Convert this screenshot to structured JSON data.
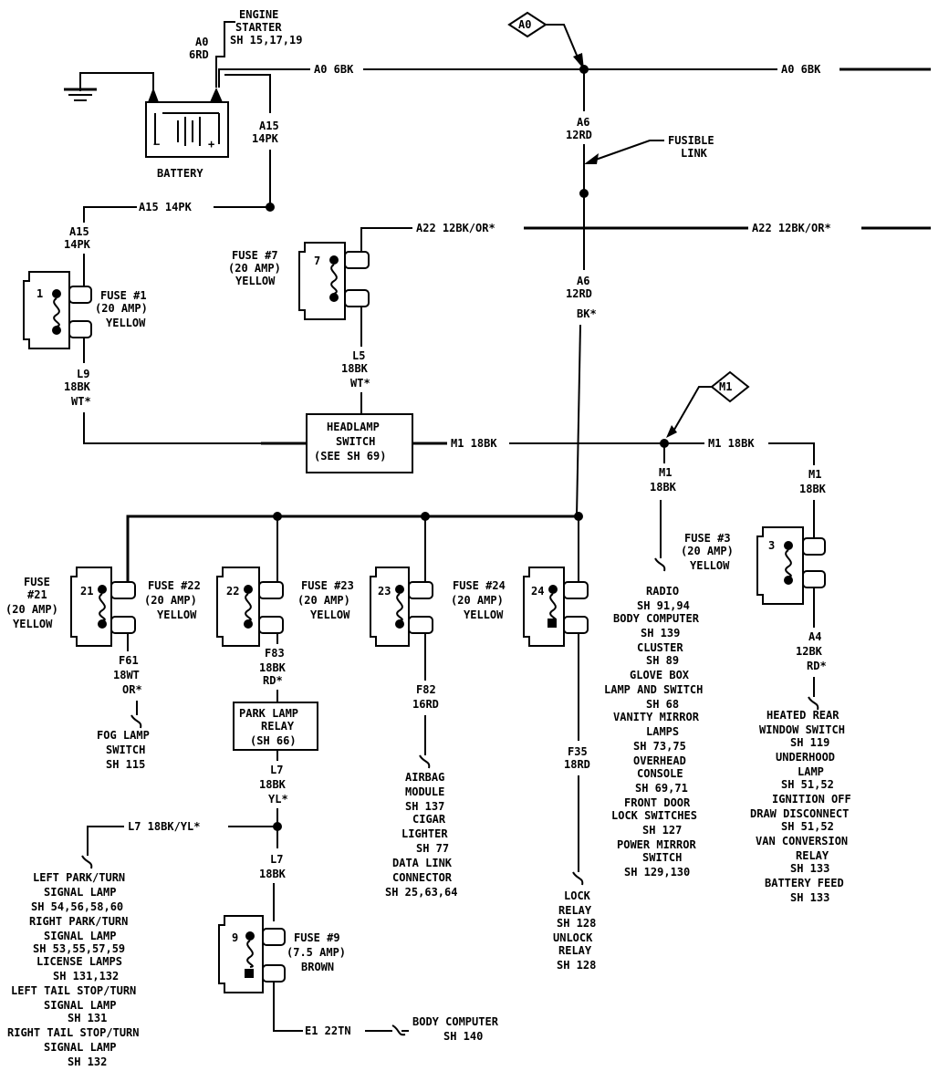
{
  "battery": {
    "label": "BATTERY",
    "neg": "−",
    "pos": "+"
  },
  "starter": {
    "l1": "ENGINE",
    "l2": "STARTER",
    "l3": "SH 15,17,19",
    "w1": "A0",
    "w2": "6RD"
  },
  "connector_a0": "A0",
  "connector_m1": "M1",
  "wires": {
    "a0_top_left": "A0 6BK",
    "a0_top_right": "A0 6BK",
    "a15_left": "A15",
    "a15_left2": "14PK",
    "a15_mid": "A15",
    "a15_mid2": "14PK",
    "a15_horz": "A15 14PK",
    "a6_1": "A6",
    "a6_2": "12RD",
    "a6b_1": "A6",
    "a6b_2": "12RD",
    "a6b_3": "BK*",
    "a22_left": "A22 12BK/OR*",
    "a22_right": "A22 12BK/OR*",
    "l5_1": "L5",
    "l5_2": "18BK",
    "l5_3": "WT*",
    "l9_1": "L9",
    "l9_2": "18BK",
    "l9_3": "WT*",
    "m1_mid": "M1 18BK",
    "m1_right": "M1 18BK",
    "m1a_1": "M1",
    "m1a_2": "18BK",
    "m1b_1": "M1",
    "m1b_2": "18BK",
    "a4_1": "A4",
    "a4_2": "12BK",
    "a4_3": "RD*",
    "f61_1": "F61",
    "f61_2": "18WT",
    "f61_3": "OR*",
    "f83_1": "F83",
    "f83_2": "18BK",
    "f83_3": "RD*",
    "f82_1": "F82",
    "f82_2": "16RD",
    "f35_1": "F35",
    "f35_2": "18RD",
    "l7a_1": "L7",
    "l7a_2": "18BK",
    "l7a_3": "YL*",
    "l7_horz": "L7 18BK/YL*",
    "l7b_1": "L7",
    "l7b_2": "18BK",
    "e1": "E1 22TN"
  },
  "fusible_link": {
    "l1": "FUSIBLE",
    "l2": "LINK"
  },
  "fuses": {
    "f7": {
      "num": "7",
      "l1": "FUSE #7",
      "l2": "(20 AMP)",
      "l3": "YELLOW"
    },
    "f1": {
      "num": "1",
      "l1": "FUSE #1",
      "l2": "(20 AMP)",
      "l3": "YELLOW"
    },
    "f3": {
      "num": "3",
      "l1": "FUSE #3",
      "l2": "(20 AMP)",
      "l3": "YELLOW"
    },
    "f21": {
      "num": "21",
      "l1": "FUSE",
      "l2": "#21",
      "l3": "(20 AMP)",
      "l4": "YELLOW"
    },
    "f22": {
      "num": "22",
      "l1": "FUSE #22",
      "l2": "(20 AMP)",
      "l3": "YELLOW"
    },
    "f23": {
      "num": "23",
      "l1": "FUSE #23",
      "l2": "(20 AMP)",
      "l3": "YELLOW"
    },
    "f24": {
      "num": "24",
      "l1": "FUSE #24",
      "l2": "(20 AMP)",
      "l3": "YELLOW"
    },
    "f9": {
      "num": "9",
      "l1": "FUSE #9",
      "l2": "(7.5 AMP)",
      "l3": "BROWN"
    }
  },
  "headlamp_switch": {
    "l1": "HEADLAMP",
    "l2": "SWITCH",
    "l3": "(SEE SH 69)"
  },
  "park_lamp_relay": {
    "l1": "PARK LAMP",
    "l2": "RELAY",
    "l3": "(SH 66)"
  },
  "destinations": {
    "fog": [
      "FOG LAMP",
      "SWITCH",
      "SH 115"
    ],
    "airbag": [
      "AIRBAG",
      "MODULE",
      "SH 137",
      "CIGAR",
      "LIGHTER",
      "SH 77",
      "DATA LINK",
      "CONNECTOR",
      "SH 25,63,64"
    ],
    "lock": [
      "LOCK",
      "RELAY",
      "SH 128",
      "UNLOCK",
      "RELAY",
      "SH 128"
    ],
    "radio": [
      "RADIO",
      "SH 91,94",
      "BODY COMPUTER",
      "SH 139",
      "CLUSTER",
      "SH 89",
      "GLOVE BOX",
      "LAMP AND SWITCH",
      "SH 68",
      "VANITY MIRROR",
      "LAMPS",
      "SH 73,75",
      "OVERHEAD",
      "CONSOLE",
      "SH 69,71",
      "FRONT DOOR",
      "LOCK SWITCHES",
      "SH 127",
      "POWER MIRROR",
      "SWITCH",
      "SH 129,130"
    ],
    "heated": [
      "HEATED REAR",
      "WINDOW SWITCH",
      "SH 119",
      "UNDERHOOD",
      "LAMP",
      "SH 51,52",
      "IGNITION OFF",
      "DRAW DISCONNECT",
      "SH 51,52",
      "VAN CONVERSION",
      "RELAY",
      "SH 133",
      "BATTERY FEED",
      "SH 133"
    ],
    "park": [
      "LEFT PARK/TURN",
      "SIGNAL LAMP",
      "SH 54,56,58,60",
      "RIGHT PARK/TURN",
      "SIGNAL LAMP",
      "SH 53,55,57,59",
      "LICENSE LAMPS",
      "SH 131,132",
      "LEFT TAIL STOP/TURN",
      "SIGNAL LAMP",
      "SH 131",
      "RIGHT TAIL STOP/TURN",
      "SIGNAL LAMP",
      "SH 132"
    ],
    "body": [
      "BODY COMPUTER",
      "SH 140"
    ]
  }
}
